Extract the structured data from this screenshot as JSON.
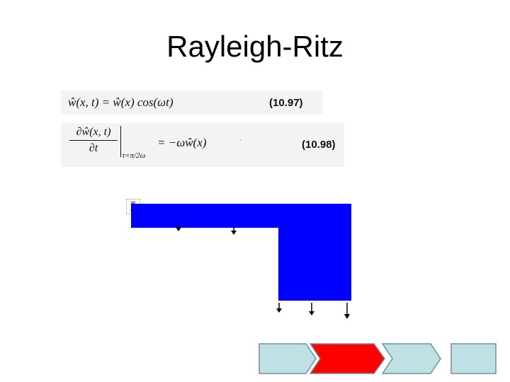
{
  "slide": {
    "title": "Rayleigh-Ritz"
  },
  "equations": [
    {
      "lhs": "ŵ(x, t) = ŵ(x) cos(ωt)",
      "number": "(10.97)"
    },
    {
      "numerator": "∂ŵ(x, t)",
      "denominator": "∂t",
      "evaluated_at": "t=π/2ω",
      "rhs": "= −ωŵ(x)",
      "number": "(10.98)"
    }
  ],
  "diagram": {
    "fill_color": "#0000ff",
    "arrow_color": "#000000"
  },
  "nav": {
    "colors": {
      "inactive": "#bfe0e4",
      "active": "#ff0000",
      "border": "#6f8fa0"
    },
    "buttons": [
      {
        "name": "nav-step-1",
        "state": "inactive"
      },
      {
        "name": "nav-step-2",
        "state": "active"
      },
      {
        "name": "nav-step-3",
        "state": "inactive"
      },
      {
        "name": "nav-end",
        "state": "inactive"
      }
    ]
  },
  "icons": {
    "placeholder": "picture-placeholder-icon"
  }
}
